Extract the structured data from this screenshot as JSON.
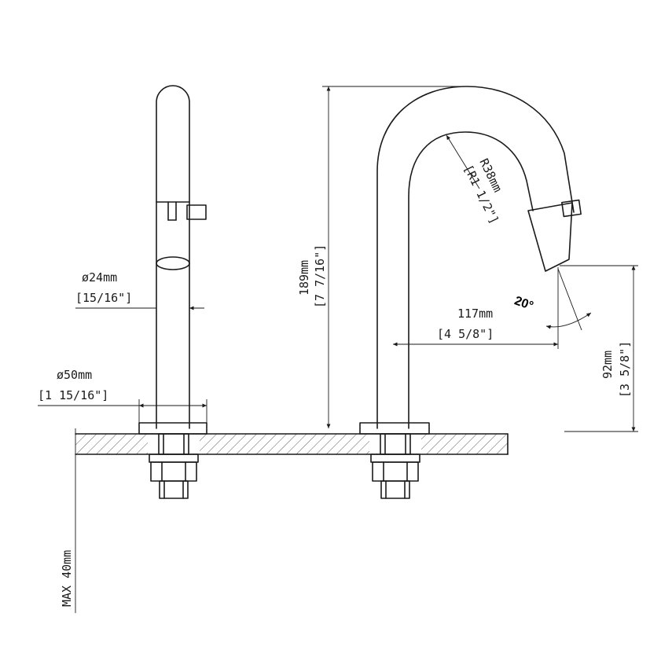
{
  "dimensions": {
    "d24_mm": "ø24mm",
    "d24_in": "[15/16\"]",
    "d50_mm": "ø50mm",
    "d50_in": "[1 15/16\"]",
    "h189_mm": "189mm",
    "h189_in": "[7 7/16\"]",
    "r38_mm": "R38mm",
    "r38_in": "[R1 1/2\"]",
    "l117_mm": "117mm",
    "l117_in": "[4 5/8\"]",
    "angle": "20°",
    "h92_mm": "92mm",
    "h92_in": "[3 5/8\"]",
    "max_thickness": "MAX 40mm"
  }
}
